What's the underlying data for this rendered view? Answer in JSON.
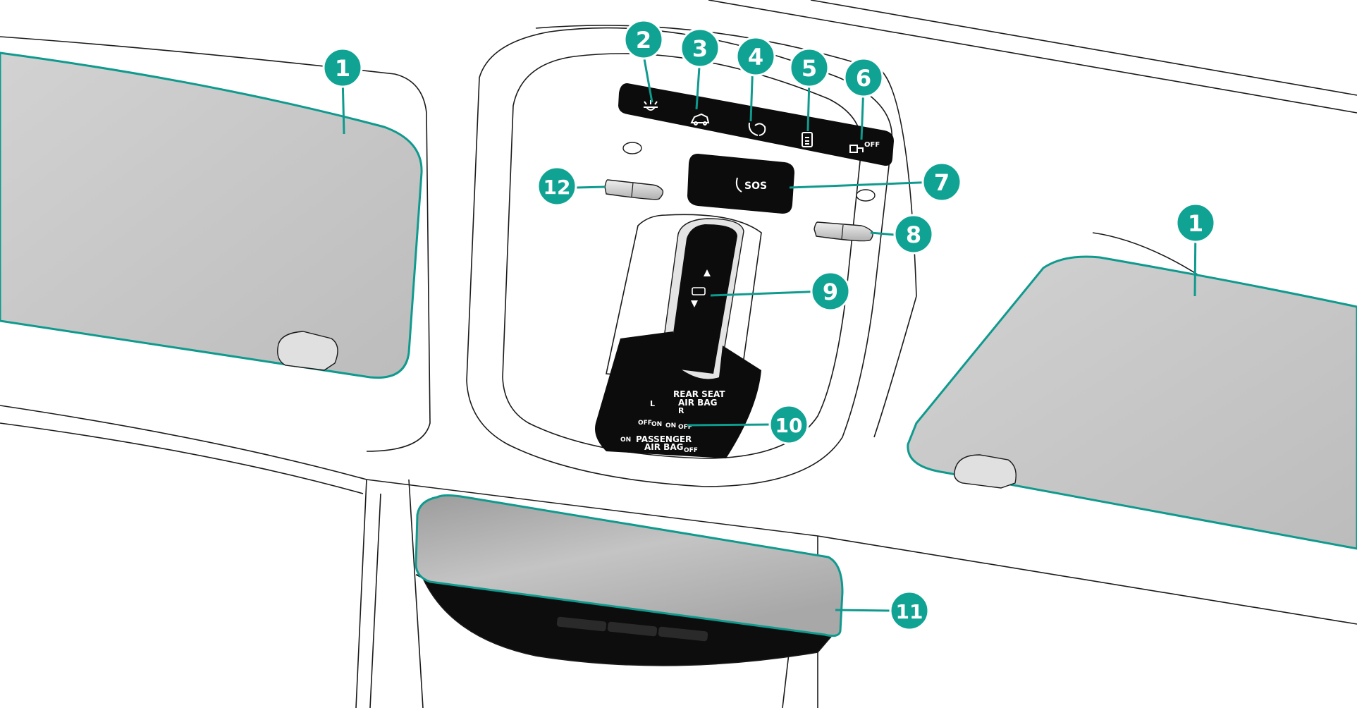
{
  "colors": {
    "accent": "#0f9a8e",
    "callout_fill": "#10a393",
    "visor": "#c8c8c8",
    "mirror": "#b9b9b9",
    "panel": "#0c0c0c",
    "line": "#1a1a1a"
  },
  "callouts": [
    {
      "id": "1",
      "label": "1"
    },
    {
      "id": "2",
      "label": "2"
    },
    {
      "id": "3",
      "label": "3"
    },
    {
      "id": "4",
      "label": "4"
    },
    {
      "id": "5",
      "label": "5"
    },
    {
      "id": "6",
      "label": "6"
    },
    {
      "id": "7",
      "label": "7"
    },
    {
      "id": "8",
      "label": "8"
    },
    {
      "id": "9",
      "label": "9"
    },
    {
      "id": "10",
      "label": "10"
    },
    {
      "id": "11",
      "label": "11"
    },
    {
      "id": "12",
      "label": "12"
    },
    {
      "id": "1b",
      "label": "1"
    }
  ],
  "buttons": {
    "sos": "SOS",
    "icon6_off": "OFF"
  },
  "airbag_panel": {
    "rear_line1": "REAR SEAT",
    "rear_line2": "AIR BAG",
    "left": "L",
    "right": "R",
    "status": [
      "OFF",
      "ON",
      "ON",
      "OFF"
    ],
    "passenger_on": "ON",
    "passenger_line1": "PASSENGER",
    "passenger_line2": "AIR BAG",
    "passenger_off": "OFF"
  }
}
